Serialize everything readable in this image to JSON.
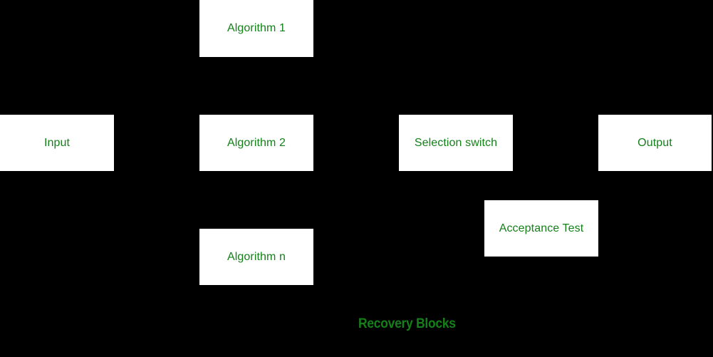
{
  "diagram": {
    "caption": "Recovery Blocks",
    "background_color": "#000000",
    "node_fill_color": "#ffffff",
    "text_color": "#15801a",
    "nodes": [
      {
        "label": "Algorithm 1"
      },
      {
        "label": "Input"
      },
      {
        "label": "Algorithm 2"
      },
      {
        "label": "Selection switch"
      },
      {
        "label": "Output"
      },
      {
        "label": "Acceptance Test"
      },
      {
        "label": "Algorithm n"
      }
    ]
  }
}
